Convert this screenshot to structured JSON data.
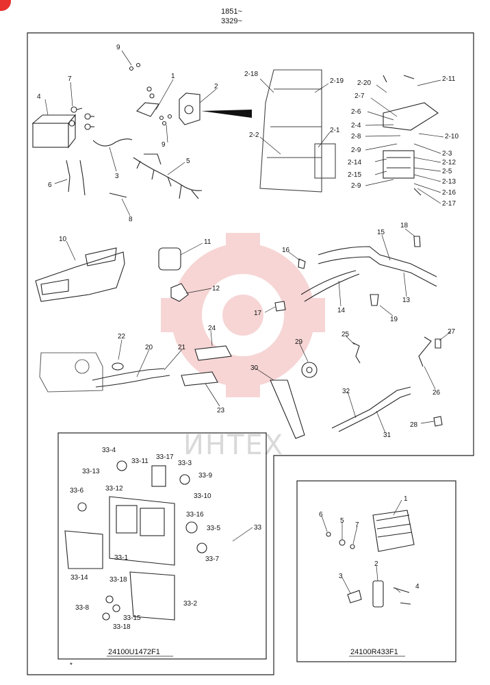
{
  "header": {
    "line1": "1851~",
    "line2": "3329~"
  },
  "watermark": {
    "text": "ИНТЕХ",
    "logo_color": "#f2b3b3"
  },
  "accent_color": "#e8322f",
  "main_labels": {
    "p1": "1",
    "p2": "2",
    "p3": "3",
    "p4": "4",
    "p5": "5",
    "p6": "6",
    "p7": "7",
    "p8": "8",
    "p9a": "9",
    "p9b": "9",
    "p2_1": "2-1",
    "p2_2": "2-2",
    "p2_3": "2-3",
    "p2_4": "2-4",
    "p2_5": "2-5",
    "p2_6": "2-6",
    "p2_7": "2-7",
    "p2_8": "2-8",
    "p2_9a": "2-9",
    "p2_9b": "2-9",
    "p2_10": "2-10",
    "p2_11": "2-11",
    "p2_12": "2-12",
    "p2_13": "2-13",
    "p2_14": "2-14",
    "p2_15": "2-15",
    "p2_16": "2-16",
    "p2_17": "2-17",
    "p2_18": "2-18",
    "p2_19": "2-19",
    "p2_20": "2-20",
    "p10": "10",
    "p11": "11",
    "p12": "12",
    "p13": "13",
    "p14": "14",
    "p15": "15",
    "p16": "16",
    "p17": "17",
    "p18": "18",
    "p19": "19",
    "p20": "20",
    "p21": "21",
    "p22": "22",
    "p23": "23",
    "p24": "24",
    "p25": "25",
    "p26": "26",
    "p27": "27",
    "p28": "28",
    "p29": "29",
    "p30": "30",
    "p31": "31",
    "p32": "32",
    "p33": "33"
  },
  "panel33": {
    "labels": {
      "a1": "33-1",
      "a2": "33-2",
      "a3": "33-3",
      "a4": "33-4",
      "a5": "33-5",
      "a6": "33-6",
      "a7": "33-7",
      "a8": "33-8",
      "a9": "33-9",
      "a10": "33-10",
      "a11": "33-11",
      "a12": "33-12",
      "a13": "33-13",
      "a14": "33-14",
      "a15": "33-15",
      "a16": "33-16",
      "a17": "33-17",
      "a18a": "33-18",
      "a18b": "33-18"
    },
    "code": "24100U1472F1"
  },
  "panel_r": {
    "labels": {
      "r1": "1",
      "r2": "2",
      "r3": "3",
      "r4": "4",
      "r5": "5",
      "r6": "6",
      "r7": "7"
    },
    "code": "24100R433F1"
  },
  "footnote": "*"
}
